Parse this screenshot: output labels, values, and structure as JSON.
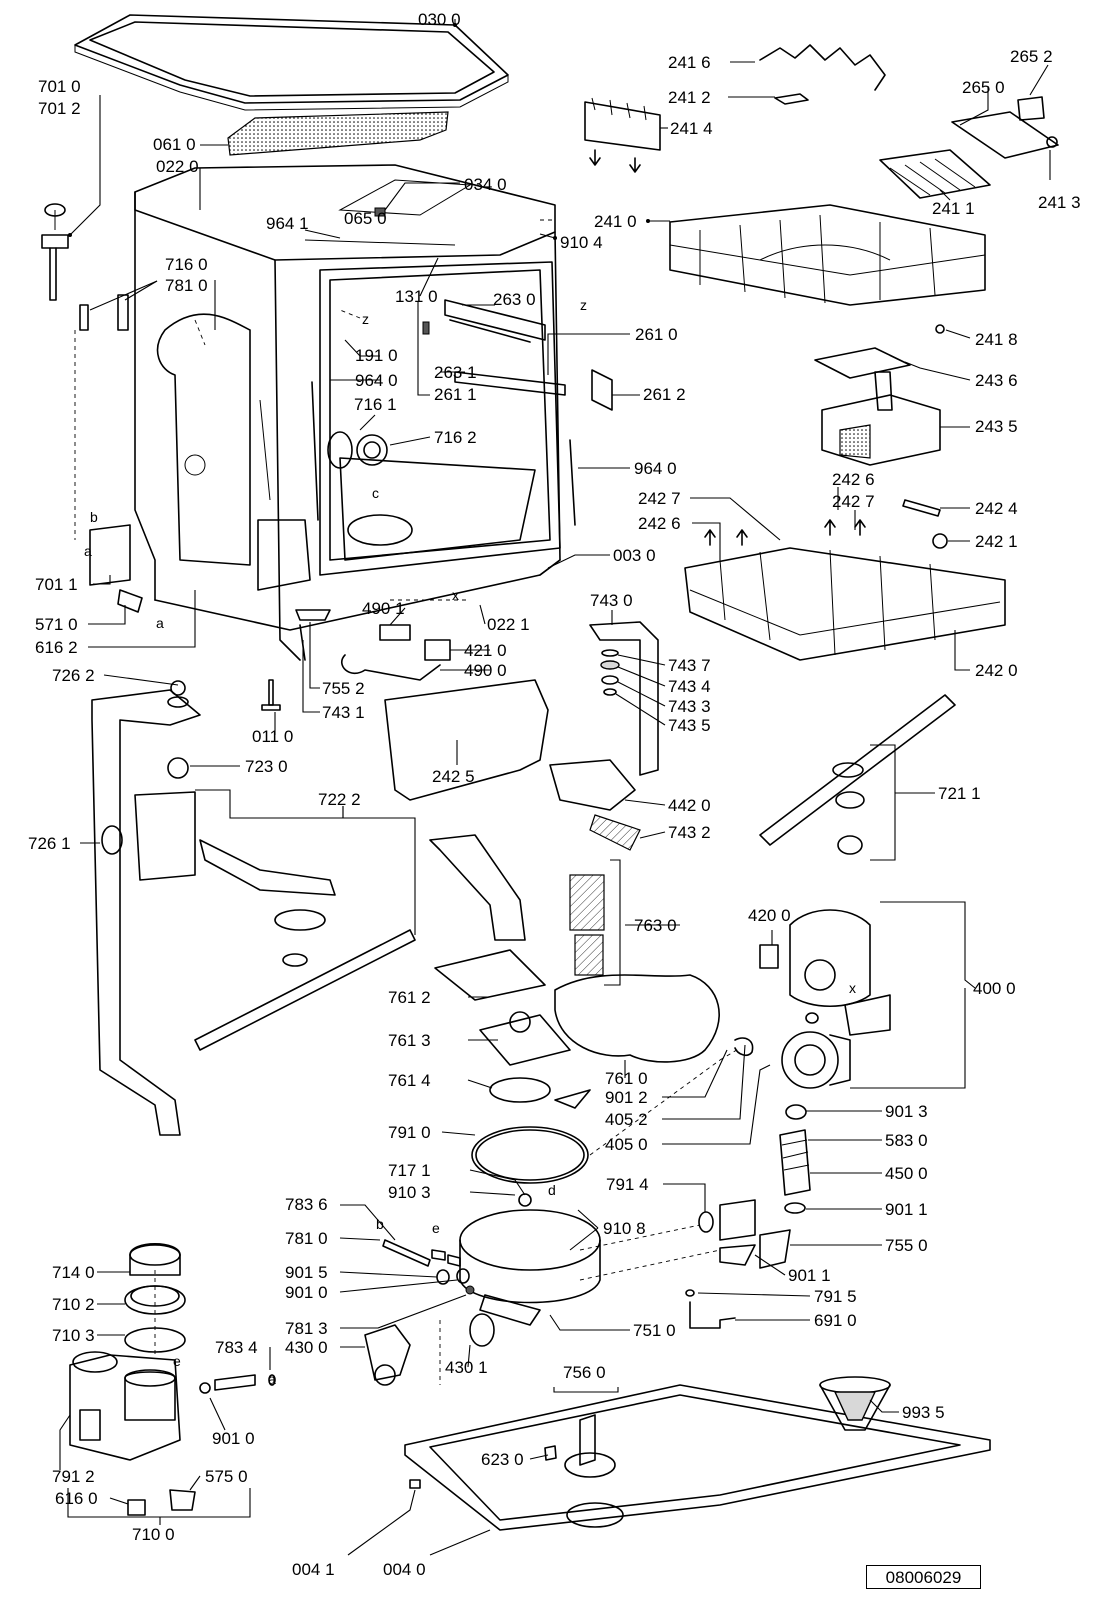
{
  "reference_number": "08006029",
  "part_labels": [
    {
      "id": "p0300",
      "text": "030 0"
    },
    {
      "id": "p7010",
      "text": "701 0"
    },
    {
      "id": "p7012",
      "text": "701 2"
    },
    {
      "id": "p0610",
      "text": "061 0"
    },
    {
      "id": "p0220",
      "text": "022 0"
    },
    {
      "id": "p0340",
      "text": "034 0"
    },
    {
      "id": "p0650",
      "text": "065 0"
    },
    {
      "id": "p9641a",
      "text": "964 1"
    },
    {
      "id": "p7160",
      "text": "716 0"
    },
    {
      "id": "p7810a",
      "text": "781 0"
    },
    {
      "id": "p1310",
      "text": "131 0"
    },
    {
      "id": "p2630",
      "text": "263 0"
    },
    {
      "id": "p2610",
      "text": "261 0"
    },
    {
      "id": "p1910",
      "text": "191 0"
    },
    {
      "id": "p9640a",
      "text": "964 0"
    },
    {
      "id": "p2631",
      "text": "263 1"
    },
    {
      "id": "p2611",
      "text": "261 1"
    },
    {
      "id": "p2612",
      "text": "261 2"
    },
    {
      "id": "p7161",
      "text": "716 1"
    },
    {
      "id": "p7162",
      "text": "716 2"
    },
    {
      "id": "p9640b",
      "text": "964 0"
    },
    {
      "id": "p0030",
      "text": "003 0"
    },
    {
      "id": "p7011",
      "text": "701 1"
    },
    {
      "id": "p5710",
      "text": "571 0"
    },
    {
      "id": "p6162",
      "text": "616 2"
    },
    {
      "id": "p4901",
      "text": "490 1"
    },
    {
      "id": "p0221",
      "text": "022 1"
    },
    {
      "id": "p4210",
      "text": "421 0"
    },
    {
      "id": "p4900",
      "text": "490 0"
    },
    {
      "id": "p7262",
      "text": "726 2"
    },
    {
      "id": "p7552",
      "text": "755 2"
    },
    {
      "id": "p7431",
      "text": "743 1"
    },
    {
      "id": "p0110",
      "text": "011 0"
    },
    {
      "id": "p7230",
      "text": "723 0"
    },
    {
      "id": "p7222",
      "text": "722 2"
    },
    {
      "id": "p7261",
      "text": "726 1"
    },
    {
      "id": "p2416",
      "text": "241 6"
    },
    {
      "id": "p2652",
      "text": "265 2"
    },
    {
      "id": "p2650",
      "text": "265 0"
    },
    {
      "id": "p2412",
      "text": "241 2"
    },
    {
      "id": "p2414",
      "text": "241 4"
    },
    {
      "id": "p2413",
      "text": "241 3"
    },
    {
      "id": "p2411",
      "text": "241 1"
    },
    {
      "id": "p2410",
      "text": "241 0"
    },
    {
      "id": "p9104",
      "text": "910 4"
    },
    {
      "id": "p2418",
      "text": "241 8"
    },
    {
      "id": "p2436",
      "text": "243 6"
    },
    {
      "id": "p2435",
      "text": "243 5"
    },
    {
      "id": "p2426a",
      "text": "242 6"
    },
    {
      "id": "p2427a",
      "text": "242 7"
    },
    {
      "id": "p2427b",
      "text": "242 7"
    },
    {
      "id": "p2424",
      "text": "242 4"
    },
    {
      "id": "p2426b",
      "text": "242 6"
    },
    {
      "id": "p2421",
      "text": "242 1"
    },
    {
      "id": "p7430",
      "text": "743 0"
    },
    {
      "id": "p2420",
      "text": "242 0"
    },
    {
      "id": "p7437",
      "text": "743 7"
    },
    {
      "id": "p7434",
      "text": "743 4"
    },
    {
      "id": "p7433",
      "text": "743 3"
    },
    {
      "id": "p7435",
      "text": "743 5"
    },
    {
      "id": "p2425",
      "text": "242 5"
    },
    {
      "id": "p4420",
      "text": "442 0"
    },
    {
      "id": "p7432",
      "text": "743 2"
    },
    {
      "id": "p7211",
      "text": "721 1"
    },
    {
      "id": "p7630",
      "text": "763 0"
    },
    {
      "id": "p4200",
      "text": "420 0"
    },
    {
      "id": "p4000",
      "text": "400 0"
    },
    {
      "id": "p7612",
      "text": "761 2"
    },
    {
      "id": "p7613",
      "text": "761 3"
    },
    {
      "id": "p7614",
      "text": "761 4"
    },
    {
      "id": "p7610",
      "text": "761 0"
    },
    {
      "id": "p9012",
      "text": "901 2"
    },
    {
      "id": "p4052",
      "text": "405 2"
    },
    {
      "id": "p4050",
      "text": "405 0"
    },
    {
      "id": "p9013",
      "text": "901 3"
    },
    {
      "id": "p7910",
      "text": "791 0"
    },
    {
      "id": "p5830",
      "text": "583 0"
    },
    {
      "id": "p7171",
      "text": "717 1"
    },
    {
      "id": "p4500",
      "text": "450 0"
    },
    {
      "id": "p9103",
      "text": "910 3"
    },
    {
      "id": "p7914",
      "text": "791 4"
    },
    {
      "id": "p9011a",
      "text": "901 1"
    },
    {
      "id": "p7836",
      "text": "783 6"
    },
    {
      "id": "p9108",
      "text": "910 8"
    },
    {
      "id": "p7810b",
      "text": "781 0"
    },
    {
      "id": "p7550",
      "text": "755 0"
    },
    {
      "id": "p7140",
      "text": "714 0"
    },
    {
      "id": "p9015",
      "text": "901 5"
    },
    {
      "id": "p9011b",
      "text": "901 1"
    },
    {
      "id": "p7102",
      "text": "710 2"
    },
    {
      "id": "p9010a",
      "text": "901 0"
    },
    {
      "id": "p7915",
      "text": "791 5"
    },
    {
      "id": "p7103",
      "text": "710 3"
    },
    {
      "id": "p7813",
      "text": "781 3"
    },
    {
      "id": "p7510",
      "text": "751 0"
    },
    {
      "id": "p6910",
      "text": "691 0"
    },
    {
      "id": "p7834",
      "text": "783 4"
    },
    {
      "id": "p4300",
      "text": "430 0"
    },
    {
      "id": "p4301",
      "text": "430 1"
    },
    {
      "id": "p7560",
      "text": "756 0"
    },
    {
      "id": "p9935",
      "text": "993 5"
    },
    {
      "id": "p9010b",
      "text": "901 0"
    },
    {
      "id": "p7912",
      "text": "791 2"
    },
    {
      "id": "p6230",
      "text": "623 0"
    },
    {
      "id": "p5750",
      "text": "575 0"
    },
    {
      "id": "p6160",
      "text": "616 0"
    },
    {
      "id": "p7100",
      "text": "710 0"
    },
    {
      "id": "p0041",
      "text": "004 1"
    },
    {
      "id": "p0040",
      "text": "004 0"
    }
  ],
  "letter_marks": [
    {
      "id": "la",
      "text": "a"
    },
    {
      "id": "lb",
      "text": "b"
    },
    {
      "id": "la2",
      "text": "a"
    },
    {
      "id": "lc",
      "text": "c"
    },
    {
      "id": "lx",
      "text": "x"
    },
    {
      "id": "lz1",
      "text": "z"
    },
    {
      "id": "lz2",
      "text": "z"
    },
    {
      "id": "lx2",
      "text": "x"
    },
    {
      "id": "ld",
      "text": "d"
    },
    {
      "id": "le",
      "text": "e"
    },
    {
      "id": "lb2",
      "text": "b"
    },
    {
      "id": "le2",
      "text": "e"
    },
    {
      "id": "la3",
      "text": "a"
    }
  ]
}
